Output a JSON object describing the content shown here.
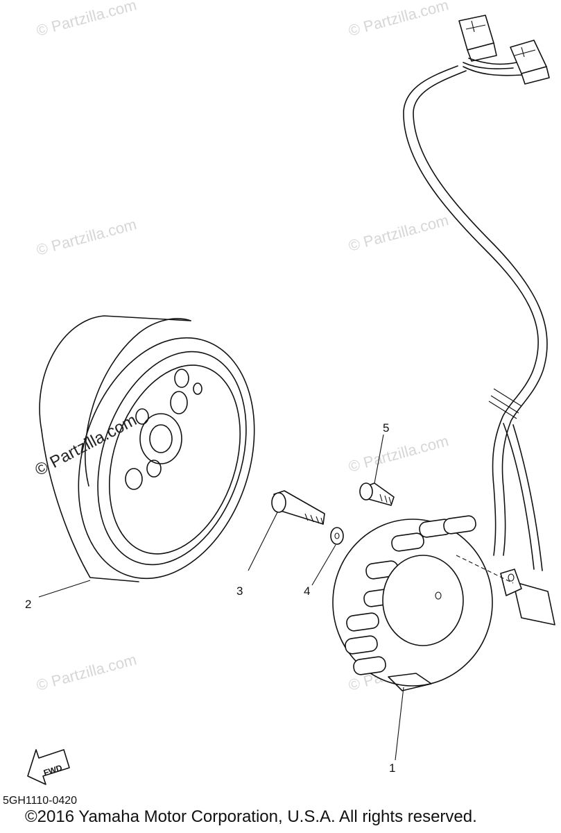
{
  "watermark": "© Partzilla.com",
  "callouts": {
    "c1": "1",
    "c2": "2",
    "c3": "3",
    "c4": "4",
    "c5": "5"
  },
  "fwd_label": "FWD",
  "part_code": "5GH1110-0420",
  "copyright": "©2016  Yamaha Motor Corporation, U.S.A. All rights reserved."
}
